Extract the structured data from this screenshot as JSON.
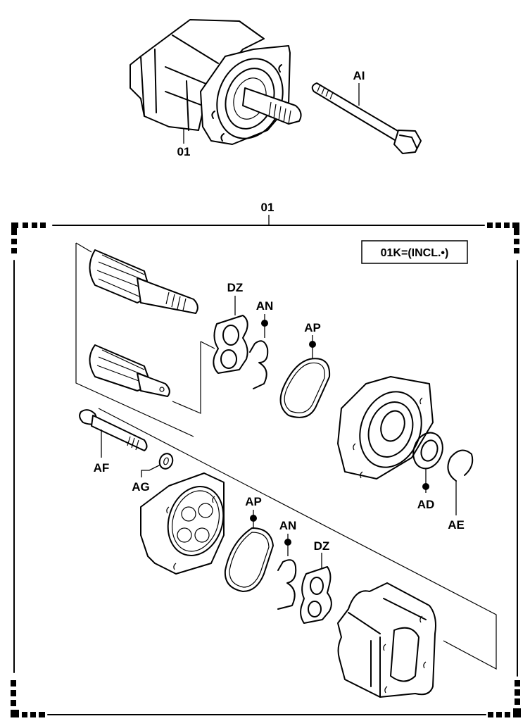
{
  "diagram": {
    "type": "exploded-parts-view",
    "subject": "gear pump assembly",
    "assembly": {
      "main_unit_label": "01",
      "bolt_label": "AI"
    },
    "breakdown": {
      "group_label": "01",
      "kit_note": "01K=(INCL.•)"
    },
    "parts": {
      "seal_plate_upper": "DZ",
      "snap_spring_upper": "AN",
      "o_ring_upper": "AP",
      "oil_seal": "AD",
      "retaining_ring": "AE",
      "cap_screw": "AF",
      "washer": "AG",
      "o_ring_lower": "AP",
      "snap_spring_lower": "AN",
      "seal_plate_lower": "DZ"
    },
    "kit_marked_parts": [
      "AN",
      "AP",
      "AD",
      "AN",
      "AP"
    ],
    "colors": {
      "line": "#000000",
      "background": "#ffffff"
    }
  }
}
